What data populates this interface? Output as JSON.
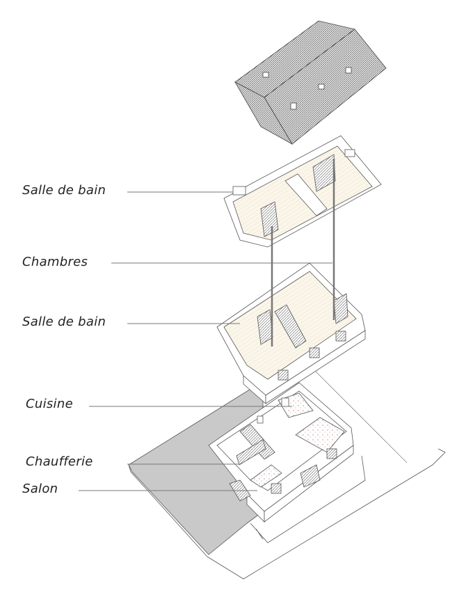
{
  "labels": [
    {
      "id": "attic-bathroom",
      "text": "Salle de bain"
    },
    {
      "id": "bedrooms",
      "text": "Chambres"
    },
    {
      "id": "first-floor-bathroom",
      "text": "Salle de bain"
    },
    {
      "id": "kitchen",
      "text": "Cuisine"
    },
    {
      "id": "boiler-room",
      "text": "Chaufferie"
    },
    {
      "id": "living-room",
      "text": "Salon"
    }
  ],
  "colors": {
    "line": "#555555",
    "terrain": "#c9c9c9",
    "floor": "#f6efe0",
    "hatch": "#888888",
    "roof": "#9a9a9a"
  }
}
